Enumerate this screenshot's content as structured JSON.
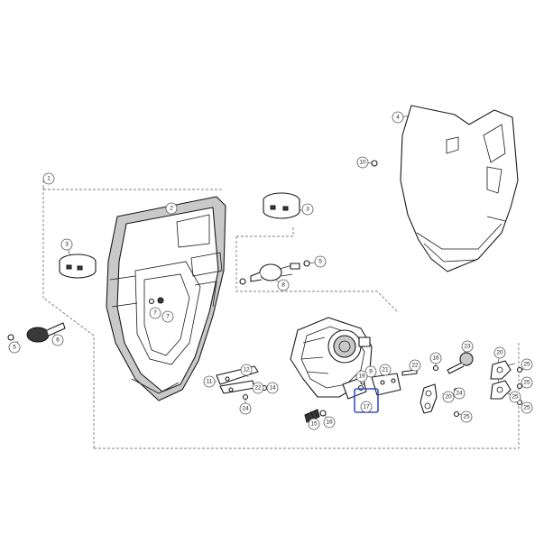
{
  "diagram": {
    "highlight_color": "#3b4fc4",
    "highlighted_part": "17",
    "callouts": [
      "1",
      "2",
      "3",
      "3",
      "4",
      "5",
      "5",
      "6",
      "7",
      "7",
      "8",
      "9",
      "10",
      "11",
      "12",
      "14",
      "15",
      "16",
      "16",
      "17",
      "19",
      "20",
      "20",
      "21",
      "22",
      "22",
      "23",
      "24",
      "24",
      "25",
      "25",
      "25",
      "25",
      "25"
    ]
  }
}
